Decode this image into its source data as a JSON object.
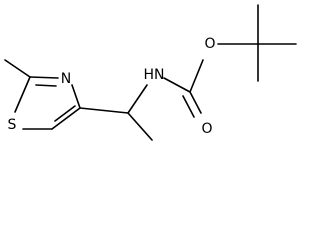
{
  "molecule": {
    "atoms": {
      "thiazole_s": "S",
      "thiazole_n": "N",
      "amide_n": "HN",
      "carbonyl_o": "O",
      "ester_o": "O"
    }
  },
  "colors": {
    "bond": "#000000",
    "label": "#000000",
    "background": "#ffffff"
  }
}
